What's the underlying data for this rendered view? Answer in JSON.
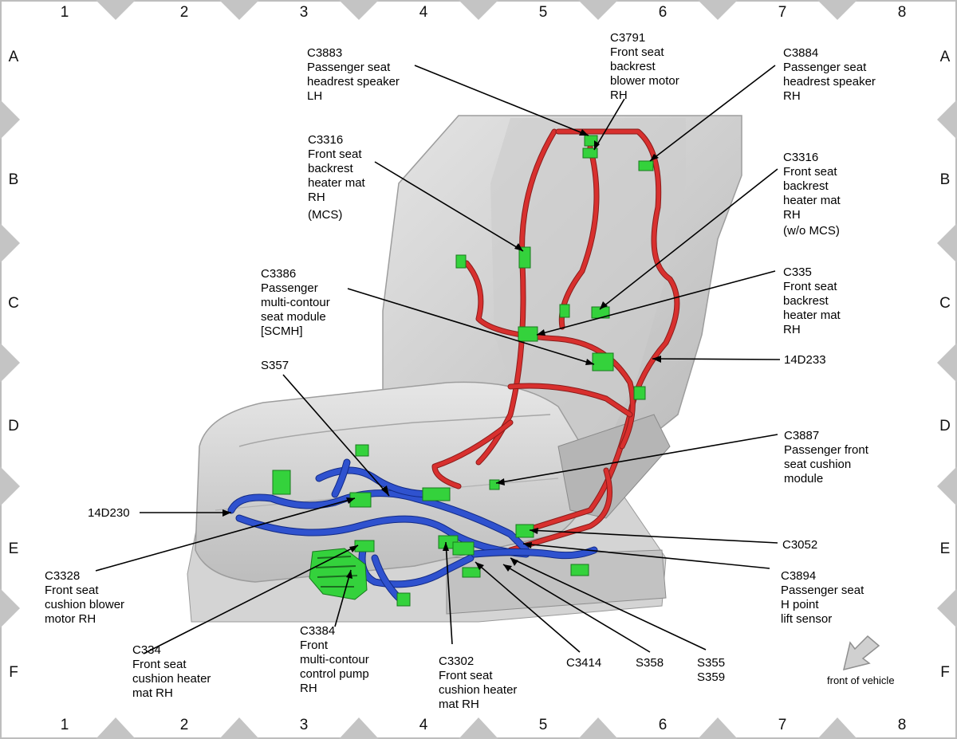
{
  "grid": {
    "columns": [
      "1",
      "2",
      "3",
      "4",
      "5",
      "6",
      "7",
      "8"
    ],
    "rows": [
      "A",
      "B",
      "C",
      "D",
      "E",
      "F"
    ]
  },
  "callouts": {
    "c3883": [
      "C3883",
      "Passenger seat",
      "headrest speaker",
      "LH"
    ],
    "c3791": [
      "C3791",
      "Front seat",
      "backrest",
      "blower motor",
      "RH"
    ],
    "c3884": [
      "C3884",
      "Passenger seat",
      "headrest speaker",
      "RH"
    ],
    "c3316_mcs": [
      "C3316",
      "Front seat",
      "backrest",
      "heater mat",
      "RH",
      "(MCS)"
    ],
    "c3316_wo": [
      "C3316",
      "Front seat",
      "backrest",
      "heater mat",
      "RH",
      "(w/o MCS)"
    ],
    "c3386": [
      "C3386",
      "Passenger",
      "multi-contour",
      "seat module",
      "[SCMH]"
    ],
    "c335": [
      "C335",
      "Front seat",
      "backrest",
      "heater mat",
      "RH"
    ],
    "w14d233": [
      "14D233"
    ],
    "s357": [
      "S357"
    ],
    "c3887": [
      "C3887",
      "Passenger front",
      "seat cushion",
      "module"
    ],
    "w14d230": [
      "14D230"
    ],
    "c3052": [
      "C3052"
    ],
    "c3328": [
      "C3328",
      "Front seat",
      "cushion blower",
      "motor RH"
    ],
    "c3894": [
      "C3894",
      "Passenger seat",
      "H point",
      "lift sensor"
    ],
    "c334": [
      "C334",
      "Front seat",
      "cushion heater",
      "mat RH"
    ],
    "c3384": [
      "C3384",
      "Front",
      "multi-contour",
      "control pump",
      "RH"
    ],
    "c3302": [
      "C3302",
      "Front seat",
      "cushion heater",
      "mat RH"
    ],
    "c3414": [
      "C3414"
    ],
    "s358": [
      "S358"
    ],
    "s355_s359": [
      "S355",
      "S359"
    ]
  },
  "front_of_vehicle": "front of vehicle",
  "colors": {
    "wire_backrest": "#d8302e",
    "wire_cushion": "#2f52cf",
    "connector": "#34d23c",
    "seat": "#cfcfcf"
  }
}
